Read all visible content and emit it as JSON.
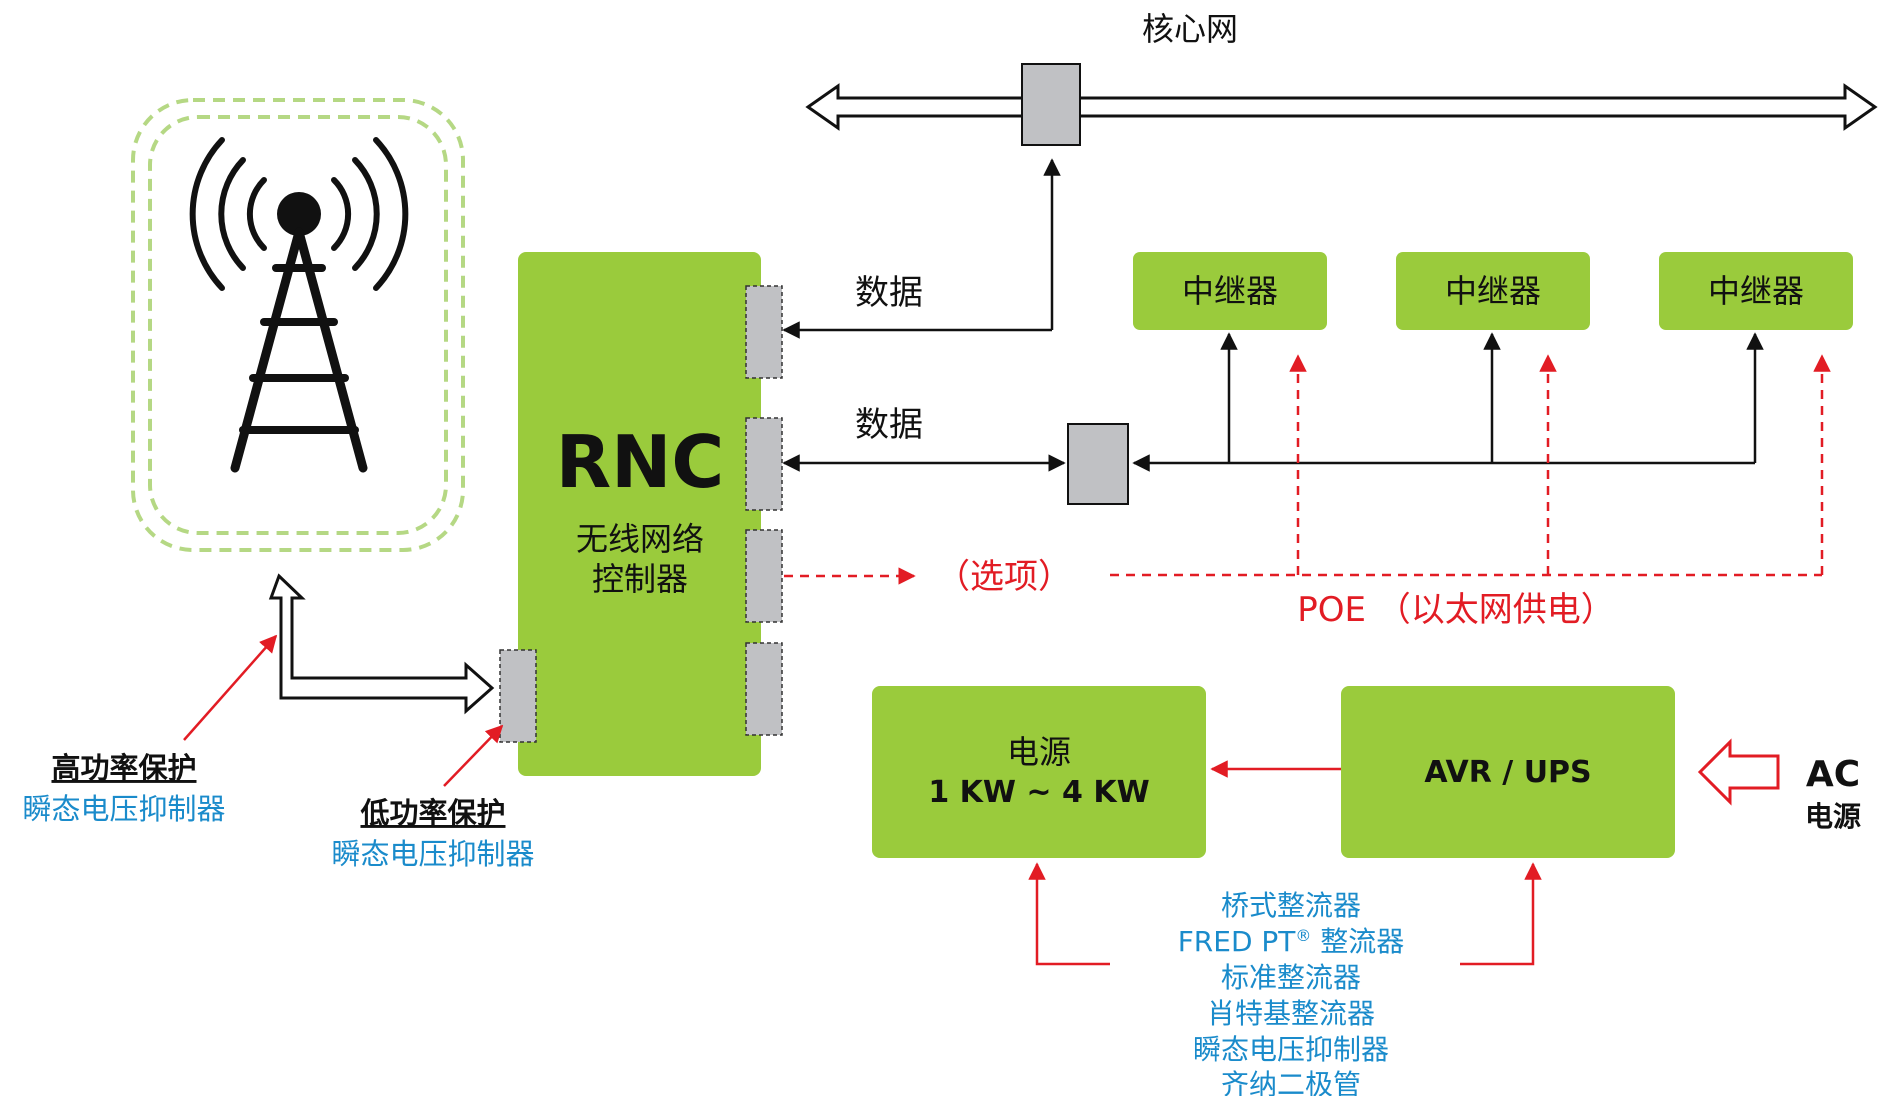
{
  "core_network": {
    "label": "核心网"
  },
  "data_top": {
    "label": "数据"
  },
  "data_mid": {
    "label": "数据"
  },
  "rnc": {
    "title": "RNC",
    "subtitle_line1": "无线网络",
    "subtitle_line2": "控制器"
  },
  "repeaters": [
    {
      "label": "中继器"
    },
    {
      "label": "中继器"
    },
    {
      "label": "中继器"
    }
  ],
  "option": {
    "label": "（选项）"
  },
  "poe": {
    "label": "POE （以太网供电）"
  },
  "power_supply": {
    "line1": "电源",
    "line2": "1 KW ~ 4 KW"
  },
  "avr_ups": {
    "label": "AVR / UPS"
  },
  "ac_source": {
    "line1": "AC",
    "line2": "电源"
  },
  "high_power": {
    "title": "高功率保护",
    "subtitle": "瞬态电压抑制器"
  },
  "low_power": {
    "title": "低功率保护",
    "subtitle": "瞬态电压抑制器"
  },
  "components": {
    "line1": "桥式整流器",
    "line2_prefix": "FRED PT",
    "line2_sup": "®",
    "line2_suffix": " 整流器",
    "line3": "标准整流器",
    "line4": "肖特基整流器",
    "line5": "瞬态电压抑制器",
    "line6": "齐纳二极管"
  },
  "colors": {
    "green": "#9acb3c",
    "gray": "#c0c1c4",
    "red": "#e21c24",
    "blue": "#1a8bcb",
    "dashed_green": "#b5d884",
    "black": "#111111"
  }
}
